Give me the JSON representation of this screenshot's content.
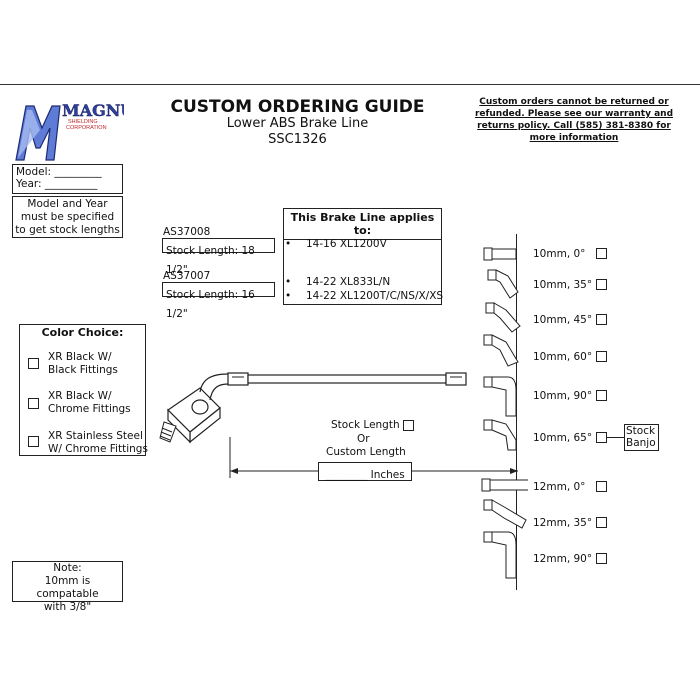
{
  "header": {
    "title": "CUSTOM ORDERING GUIDE",
    "subtitle": "Lower ABS Brake Line",
    "part_number": "SSC1326",
    "warning": "Custom orders cannot be returned or refunded. Please see our warranty and returns policy. Call (585) 381-8380 for more information"
  },
  "logo": {
    "name": "MAGNUM",
    "line1": "SHIELDING",
    "line2": "CORPORATION"
  },
  "model_year": {
    "model_label": "Model: _________",
    "year_label": "Year: __________"
  },
  "model_note": "Model and Year must be specified to get stock lengths",
  "stock_lengths": [
    {
      "part": "AS37008",
      "length": "Stock Length: 18 1/2\""
    },
    {
      "part": "AS37007",
      "length": "Stock Length: 16 1/2\""
    }
  ],
  "applies": {
    "title": "This Brake Line applies to:",
    "items": [
      "14-16 XL1200V",
      "14-22 XL833L/N",
      "14-22 XL1200T/C/NS/X/XS"
    ]
  },
  "color_choice": {
    "title": "Color Choice:",
    "options": [
      {
        "line1": "XR Black W/",
        "line2": "Black Fittings"
      },
      {
        "line1": "XR Black W/",
        "line2": "Chrome Fittings"
      },
      {
        "line1": "XR Stainless Steel",
        "line2": "W/ Chrome Fittings"
      }
    ]
  },
  "length_choice": {
    "stock_label": "Stock Length",
    "or_label": "Or",
    "custom_label": "Custom Length",
    "inches_label": "________ Inches"
  },
  "fittings": [
    "10mm, 0°",
    "10mm, 35°",
    "10mm, 45°",
    "10mm, 60°",
    "10mm, 90°",
    "10mm, 65°",
    "12mm, 0°",
    "12mm, 35°",
    "12mm, 90°"
  ],
  "stock_banjo": {
    "line1": "Stock",
    "line2": "Banjo"
  },
  "note": {
    "title": "Note:",
    "line1": "10mm is compatable",
    "line2": "with 3/8\""
  },
  "colors": {
    "logo_blue": "#2f3f9e",
    "logo_red": "#c0282d"
  }
}
